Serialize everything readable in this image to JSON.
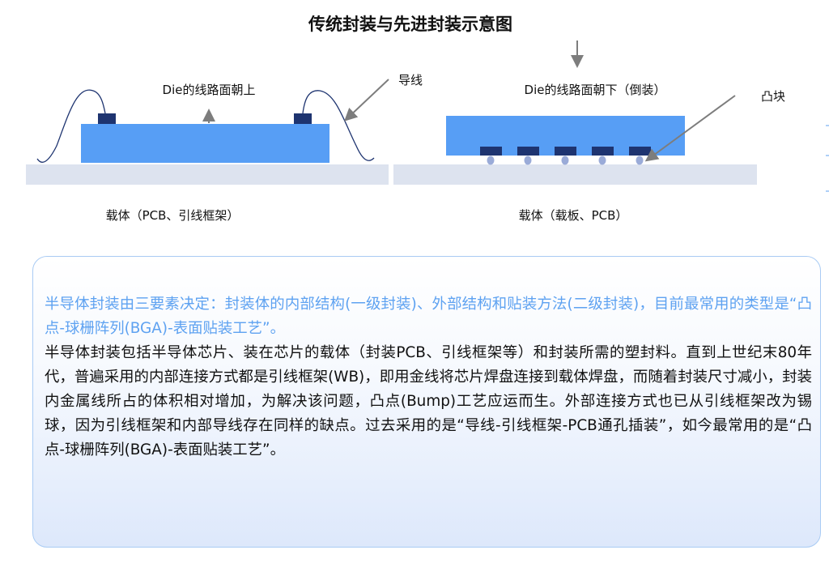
{
  "title": "传统封装与先进封装示意图",
  "left_diagram": {
    "die_label": "Die的线路面朝上",
    "wire_label": "导线",
    "carrier_label": "载体（PCB、引线框架）"
  },
  "right_diagram": {
    "die_label": "Die的线路面朝下（倒装）",
    "bump_label": "凸块",
    "carrier_label": "载体（载板、PCB）"
  },
  "description": {
    "highlight": "半导体封装由三要素决定：封装体的内部结构(一级封装)、外部结构和贴装方法(二级封装)，目前最常用的类型是“凸点-球栅阵列(BGA)-表面贴装工艺”。",
    "body": "半导体封装包括半导体芯片、装在芯片的载体（封装PCB、引线框架等）和封装所需的塑封料。直到上世纪末80年代，普遍采用的内部连接方式都是引线框架(WB)，即用金线将芯片焊盘连接到载体焊盘，而随着封装尺寸减小，封装内金属线所占的体积相对增加，为解决该问题，凸点(Bump)工艺应运而生。外部连接方式也已从引线框架改为锡球，因为引线框架和内部导线存在同样的缺点。过去采用的是“导线-引线框架-PCB通孔插装”，如今最常用的是“凸点-球栅阵列(BGA)-表面贴装工艺”。"
  },
  "colors": {
    "die": "#579ef5",
    "pad": "#1e3470",
    "carrier": "#dde3ef",
    "bump": "#9aabd8",
    "highlight": "#5ea2f1"
  }
}
